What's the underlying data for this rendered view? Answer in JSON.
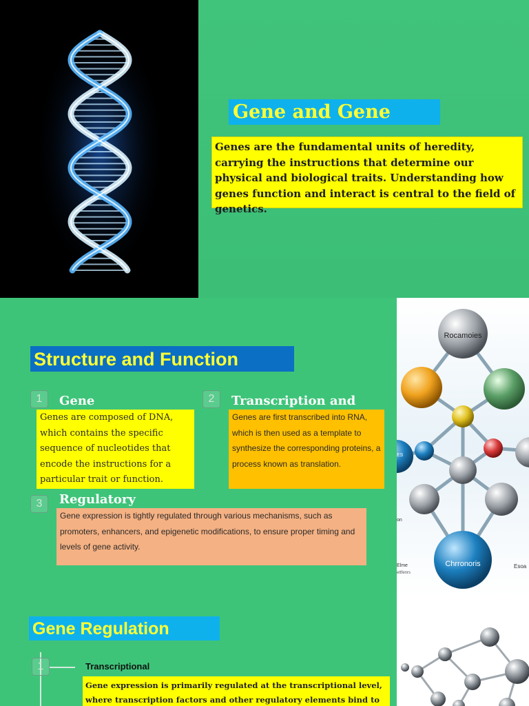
{
  "intro_slide": {
    "title": "Gene and Gene",
    "description": "Genes are the fundamental units of heredity, carrying the instructions that determine our physical and biological traits. Understanding how genes function and interact is central to the field of genetics."
  },
  "structure_slide": {
    "title": "Structure and Function",
    "items": [
      {
        "number": "1",
        "title": "Gene",
        "text": "Genes are composed of DNA, which contains the specific sequence of nucleotides that encode the instructions for a particular trait or function.",
        "color": "#ffff00"
      },
      {
        "number": "2",
        "title": "Transcription and",
        "text": "Genes are first transcribed into RNA, which is then used as a template to synthesize the corresponding proteins, a process known as translation.",
        "color": "#ffc000"
      },
      {
        "number": "3",
        "title": "Regulatory",
        "text": "Gene expression is tightly regulated through various mechanisms, such as promoters, enhancers, and epigenetic modifications, to ensure proper timing and levels of gene activity.",
        "color": "#f4b183"
      }
    ],
    "diagram_labels": {
      "top_node": "Rocamoies",
      "bottom_node": "Chrronoris",
      "right_label": "Esoa",
      "left_small": "Elme",
      "left_small2": "ettfenrs",
      "left_mid": "on",
      "left_es": "ES"
    }
  },
  "regulation_slide": {
    "title": "Gene Regulation",
    "items": [
      {
        "number": "1",
        "title": "Transcriptional",
        "text": "Gene expression is primarily regulated at the transcriptional level, where transcription factors and other regulatory elements bind to the promoter"
      }
    ]
  },
  "colors": {
    "background": "#3ec479",
    "title_yellow": "#ffff33",
    "title_bg_cyan": "#0fb1ec",
    "title_bg_blue": "#0b6fc4",
    "box_yellow": "#ffff00",
    "box_orange": "#ffc000",
    "box_salmon": "#f4b183"
  },
  "icons": {
    "dna": "dna-helix-image",
    "molecule": "molecule-network-image"
  }
}
